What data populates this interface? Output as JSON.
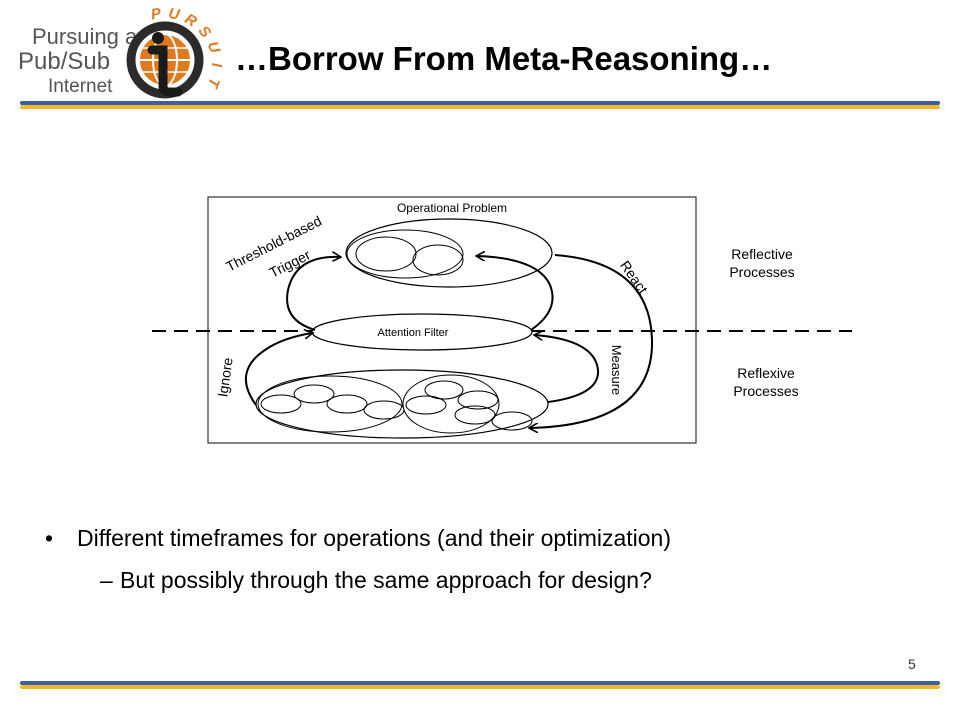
{
  "logo": {
    "line1": "Pursuing a",
    "line2": "Pub/Sub",
    "line3": "Internet",
    "brand": "PURSUIT",
    "brand_letters": [
      "P",
      "U",
      "R",
      "S",
      "U",
      "I",
      "T"
    ],
    "icon": "globe-at-icon",
    "brand_color": "#e07a1f"
  },
  "title": "…Borrow From Meta-Reasoning…",
  "diagram": {
    "operational_problem": "Operational Problem",
    "attention_filter": "Attention Filter",
    "threshold_line1": "Threshold-based",
    "threshold_line2": "Trigger",
    "react": "React",
    "ignore": "Ignore",
    "measure": "Measure",
    "reflective_line1": "Reflective",
    "reflective_line2": "Processes",
    "reflexive_line1": "Reflexive",
    "reflexive_line2": "Processes"
  },
  "bullets": {
    "b1_marker": "•",
    "b1": "Different timeframes for operations (and their optimization)",
    "b2_marker": "–",
    "b2": "But possibly through the same approach for design?"
  },
  "page_number": "5",
  "colors": {
    "rule_blue": "#3a5ea8",
    "rule_gold": "#f2b824"
  }
}
